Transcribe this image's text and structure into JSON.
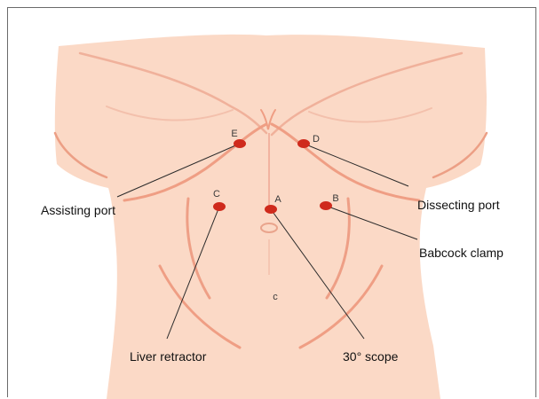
{
  "colors": {
    "skin": "#fbd9c6",
    "skin_shadow": "#ec9f85",
    "port": "#cf2a1c",
    "line": "#2a2a2a"
  },
  "ports": {
    "A": {
      "letter": "A",
      "label": "30° scope"
    },
    "B": {
      "letter": "B",
      "label": "Babcock clamp"
    },
    "C": {
      "letter": "C",
      "label": "Liver retractor"
    },
    "D": {
      "letter": "D",
      "label": "Dissecting port"
    },
    "E": {
      "letter": "E",
      "label": "Assisting port"
    }
  },
  "navel_letter": "c"
}
